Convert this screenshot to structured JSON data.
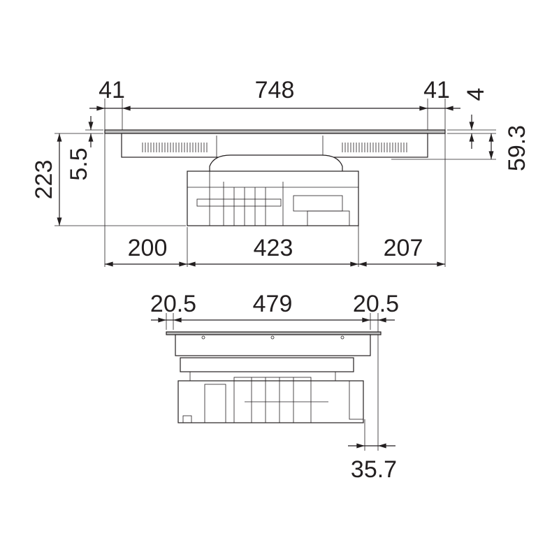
{
  "colors": {
    "line": "#231f20",
    "glass": "#bdbdbd",
    "background": "#ffffff"
  },
  "side_view": {
    "top_dimensions": {
      "left_rim": "41",
      "cutout_width": "748",
      "right_rim": "41"
    },
    "vertical_dimensions": {
      "total_depth": "223",
      "glass_thickness": "5.5",
      "rim_height": "4",
      "upper_body_depth": "59.3"
    },
    "bottom_dimensions": {
      "left_offset": "200",
      "unit_width": "423",
      "right_offset": "207"
    }
  },
  "front_view": {
    "top_dimensions": {
      "left_rim": "20.5",
      "cutout_width": "479",
      "right_rim": "20.5"
    },
    "bottom_dimensions": {
      "unit_offset": "35.7"
    }
  }
}
